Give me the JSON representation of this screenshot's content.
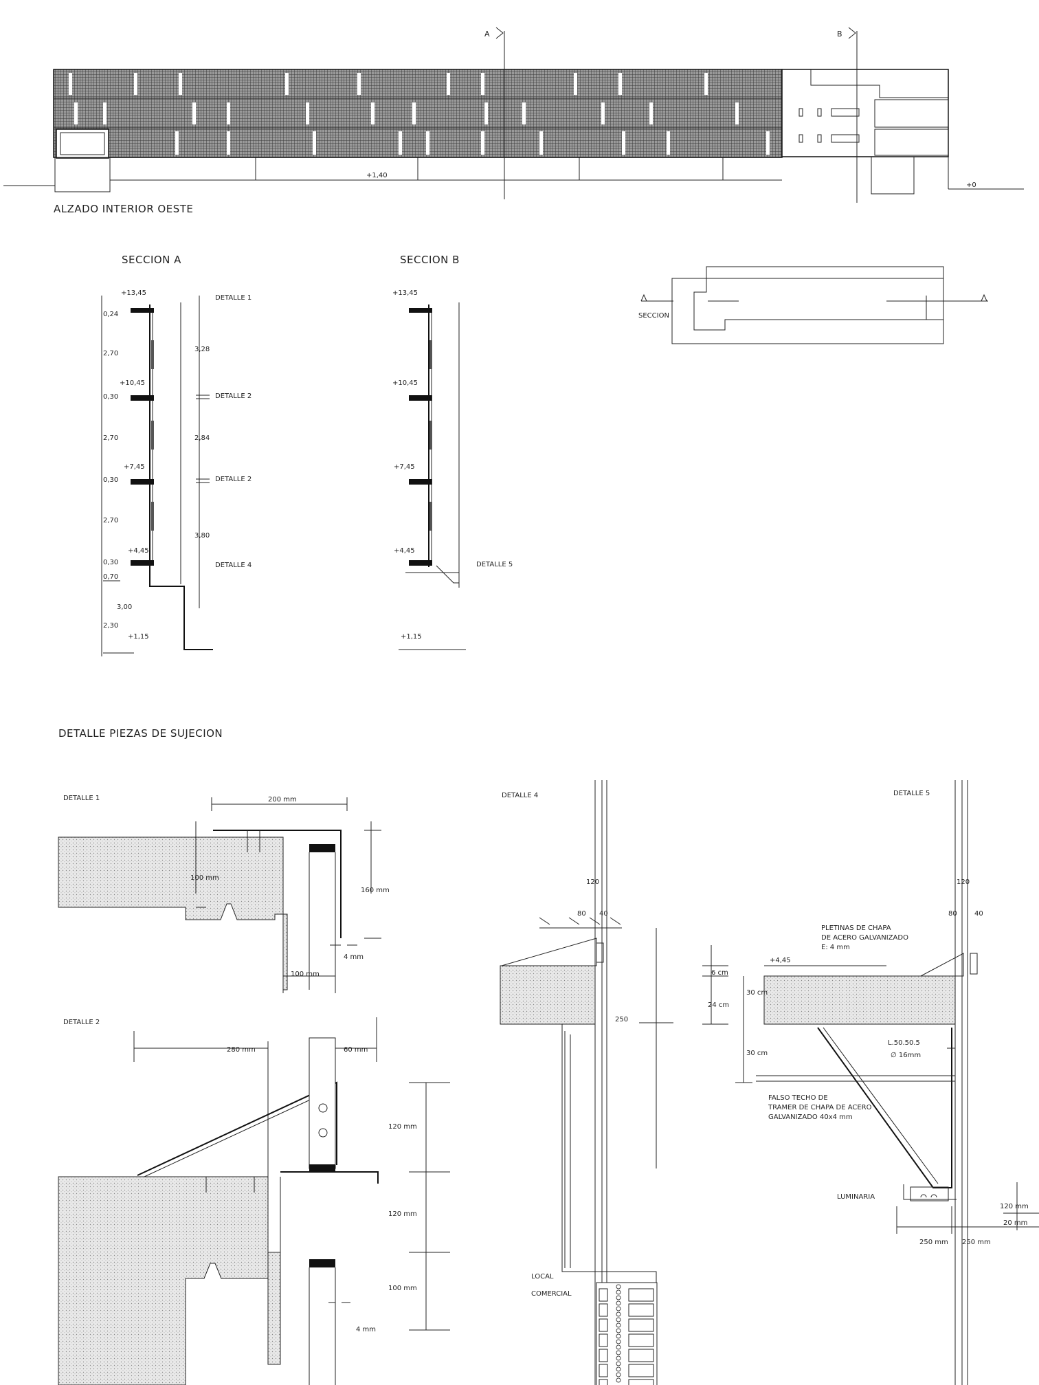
{
  "elevation": {
    "title": "ALZADO INTERIOR OESTE",
    "section_marks": [
      "A",
      "B"
    ],
    "levels": [
      "+1,40",
      "+0"
    ]
  },
  "section_a": {
    "title": "SECCION A",
    "levels": [
      "+13,45",
      "+10,45",
      "+7,45",
      "+4,45",
      "+1,15"
    ],
    "dims_left": [
      "0,24",
      "2,70",
      "0,30",
      "2,70",
      "0,30",
      "2,70",
      "0,30",
      "0,70",
      "3,00",
      "2,30"
    ],
    "dims_right": [
      "3,28",
      "2,84",
      "3,80"
    ],
    "details": [
      "DETALLE 1",
      "DETALLE 2",
      "DETALLE 2",
      "DETALLE 4"
    ]
  },
  "section_b": {
    "title": "SECCION B",
    "levels": [
      "+13,45",
      "+10,45",
      "+7,45",
      "+4,45",
      "+1,15"
    ],
    "detail": "DETALLE 5"
  },
  "key_plan": {
    "label": "SECCION"
  },
  "details_title": "DETALLE PIEZAS DE SUJECION",
  "detail1": {
    "title": "DETALLE 1",
    "dims": [
      "200 mm",
      "100 mm",
      "160 mm",
      "4 mm",
      "100 mm"
    ]
  },
  "detail2": {
    "title": "DETALLE 2",
    "dims": [
      "280 mm",
      "60 mm",
      "120 mm",
      "120 mm",
      "100 mm",
      "4 mm"
    ]
  },
  "detail4": {
    "title": "DETALLE 4",
    "dims": [
      "120",
      "80",
      "40",
      "250"
    ],
    "room_label": [
      "LOCAL",
      "COMERCIAL"
    ]
  },
  "detail5": {
    "title": "DETALLE 5",
    "dims": [
      "120",
      "80",
      "40",
      "6 cm",
      "24 cm",
      "30 cm",
      "30 cm",
      "120 mm",
      "20 mm",
      "250 mm",
      "250 mm"
    ],
    "level": "+4,45",
    "notes": {
      "pletinas": [
        "PLETINAS DE CHAPA",
        "DE ACERO GALVANIZADO",
        "E: 4 mm"
      ],
      "angle": "L.50.50.5",
      "bar": "∅ 16mm",
      "ceiling": [
        "FALSO TECHO DE",
        "TRAMER DE CHAPA DE ACERO",
        "GALVANIZADO 40x4 mm"
      ],
      "luminaria": "LUMINARIA"
    }
  }
}
